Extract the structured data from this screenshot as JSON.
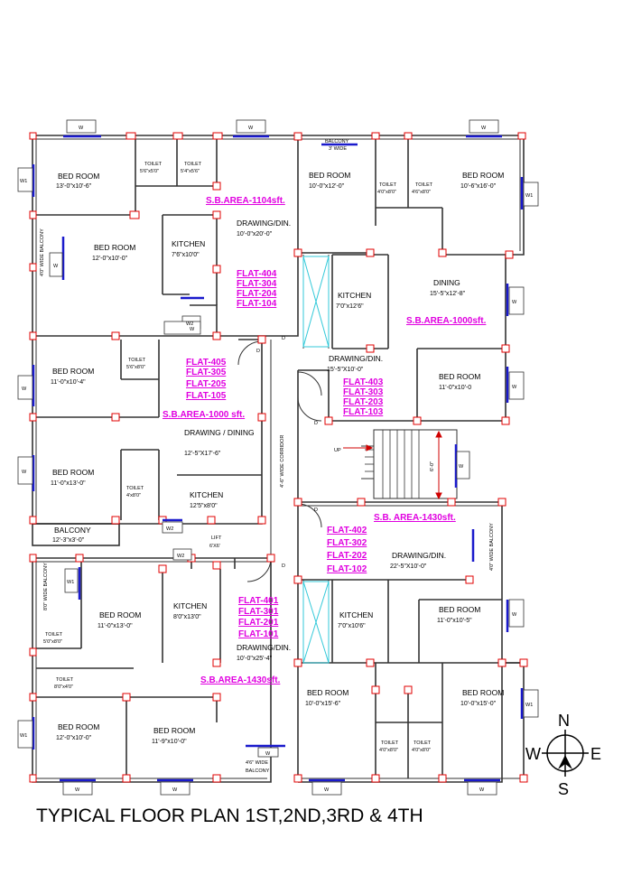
{
  "title": "TYPICAL FLOOR PLAN 1ST,2ND,3RD & 4TH",
  "compass": {
    "n": "N",
    "s": "S",
    "e": "E",
    "w": "W"
  },
  "window_tag": "W",
  "window_tag_w1": "W1",
  "window_tag_w2": "W2",
  "door_tag": "D",
  "up_label": "UP",
  "stair_dim": "6'-0\"",
  "corridor": "4'-6\" WIDE CORRIDOR",
  "lift": {
    "label": "LIFT",
    "size": "6'X6'"
  },
  "flat_nw": {
    "area": "S.B.AREA-1104sft.",
    "flats": [
      "FLAT-404",
      "FLAT-304",
      "FLAT-204",
      "FLAT-104"
    ],
    "rooms": [
      {
        "name": "BED ROOM",
        "size": "13'-0\"x10'-6\""
      },
      {
        "name": "TOILET",
        "size": "5'6\"x5'0\""
      },
      {
        "name": "TOILET",
        "size": "5'4\"x5'6\""
      },
      {
        "name": "BED ROOM",
        "size": "12'-0\"x10'-0\""
      },
      {
        "name": "KITCHEN",
        "size": "7'6\"x10'0\""
      },
      {
        "name": "DRAWING/DIN.",
        "size": "10'-0\"x20'-0\""
      }
    ],
    "balcony": "4'0\" WIDE BALCONY"
  },
  "flat_ne": {
    "area": "S.B.AREA-1000sft.",
    "flats": [
      "FLAT-403",
      "FLAT-303",
      "FLAT-203",
      "FLAT-103"
    ],
    "rooms": [
      {
        "name": "BED ROOM",
        "size": "10'-0\"x12'-0\""
      },
      {
        "name": "TOILET",
        "size": "4'0\"x8'0\""
      },
      {
        "name": "TOILET",
        "size": "4'6\"x8'0\""
      },
      {
        "name": "BED ROOM",
        "size": "10'-6\"x16'-0\""
      },
      {
        "name": "KITCHEN",
        "size": "7'0\"x12'6\""
      },
      {
        "name": "DINING",
        "size": "15'-5\"x12'-8\""
      },
      {
        "name": "DRAWING/DIN.",
        "size": "15'-5\"X10'-0\""
      },
      {
        "name": "BED ROOM",
        "size": "11'-0\"x10'-0"
      }
    ],
    "balcony": [
      "BALCONY",
      "3' WIDE"
    ]
  },
  "flat_w": {
    "area": "S.B.AREA-1000 sft.",
    "flats": [
      "FLAT-405",
      "FLAT-305",
      "FLAT-205",
      "FLAT-105"
    ],
    "rooms": [
      {
        "name": "BED ROOM",
        "size": "11'-0\"x10'-4\""
      },
      {
        "name": "TOILET",
        "size": "5'6\"x8'0\""
      },
      {
        "name": "DRAWING / DINING",
        "size": "12'-5\"X17'-6\""
      },
      {
        "name": "BED ROOM",
        "size": "11'-0\"x13'-0\""
      },
      {
        "name": "TOILET",
        "size": "4'x8'0\""
      },
      {
        "name": "KITCHEN",
        "size": "12'5\"x8'0\""
      }
    ],
    "balcony": [
      "BALCONY",
      "12'-3\"x3'-0\""
    ]
  },
  "flat_se": {
    "area": "S.B. AREA-1430sft.",
    "flats": [
      "FLAT-402",
      "FLAT-302",
      "FLAT-202",
      "FLAT-102"
    ],
    "rooms": [
      {
        "name": "DRAWING/DIN.",
        "size": "22'-5\"X10'-0\""
      },
      {
        "name": "KITCHEN",
        "size": "7'0\"x10'6\""
      },
      {
        "name": "BED ROOM",
        "size": "11'-0\"x10'-5\""
      },
      {
        "name": "BED ROOM",
        "size": "10'-0\"x15'-6\""
      },
      {
        "name": "BED ROOM",
        "size": "10'-0\"x15'-0\""
      },
      {
        "name": "TOILET",
        "size": "4'0\"x8'0\""
      },
      {
        "name": "TOILET",
        "size": "4'0\"x8'0\""
      }
    ],
    "balcony": "4'0\" WIDE BALCONY"
  },
  "flat_sw": {
    "area": "S.B.AREA-1430sft.",
    "flats": [
      "FLAT-401",
      "FLAT-301",
      "FLAT-201",
      "FLAT-101"
    ],
    "rooms": [
      {
        "name": "BED ROOM",
        "size": "11'-0\"x13'-0\""
      },
      {
        "name": "KITCHEN",
        "size": "8'0\"x13'0\""
      },
      {
        "name": "TOILET",
        "size": "5'0\"x8'0\""
      },
      {
        "name": "DRAWING/DIN.",
        "size": "10'-0\"x25'-4\""
      },
      {
        "name": "TOILET",
        "size": "8'0\"x4'0\""
      },
      {
        "name": "BED ROOM",
        "size": "12'-0\"x10'-0\""
      },
      {
        "name": "BED ROOM",
        "size": "11'-9\"x10'-0\""
      }
    ],
    "balcony_w": "8'0\" WIDE BALCONY",
    "balcony_s": [
      "4'6\" WIDE",
      "BALCONY"
    ]
  }
}
